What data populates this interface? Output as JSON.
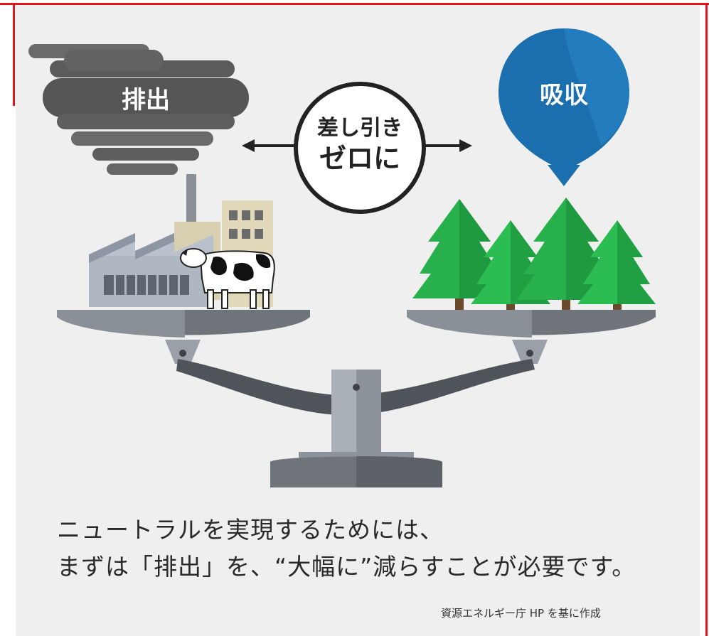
{
  "labels": {
    "emission": "排出",
    "absorption": "吸収",
    "balance_line1": "差し引き",
    "balance_line2": "ゼロに"
  },
  "caption": {
    "line1": "ニュートラルを実現するためには、",
    "line2": "まずは「排出」を、“大幅に”減らすことが必要です。"
  },
  "source": "資源エネルギー庁 HP を基に作成",
  "colors": {
    "frame_red": "#e8141b",
    "cloud": "#5b5b5b",
    "absorb_blue": "#1b6fae",
    "tree_green": "#27b04b",
    "scale_gray": "#6f747b"
  }
}
